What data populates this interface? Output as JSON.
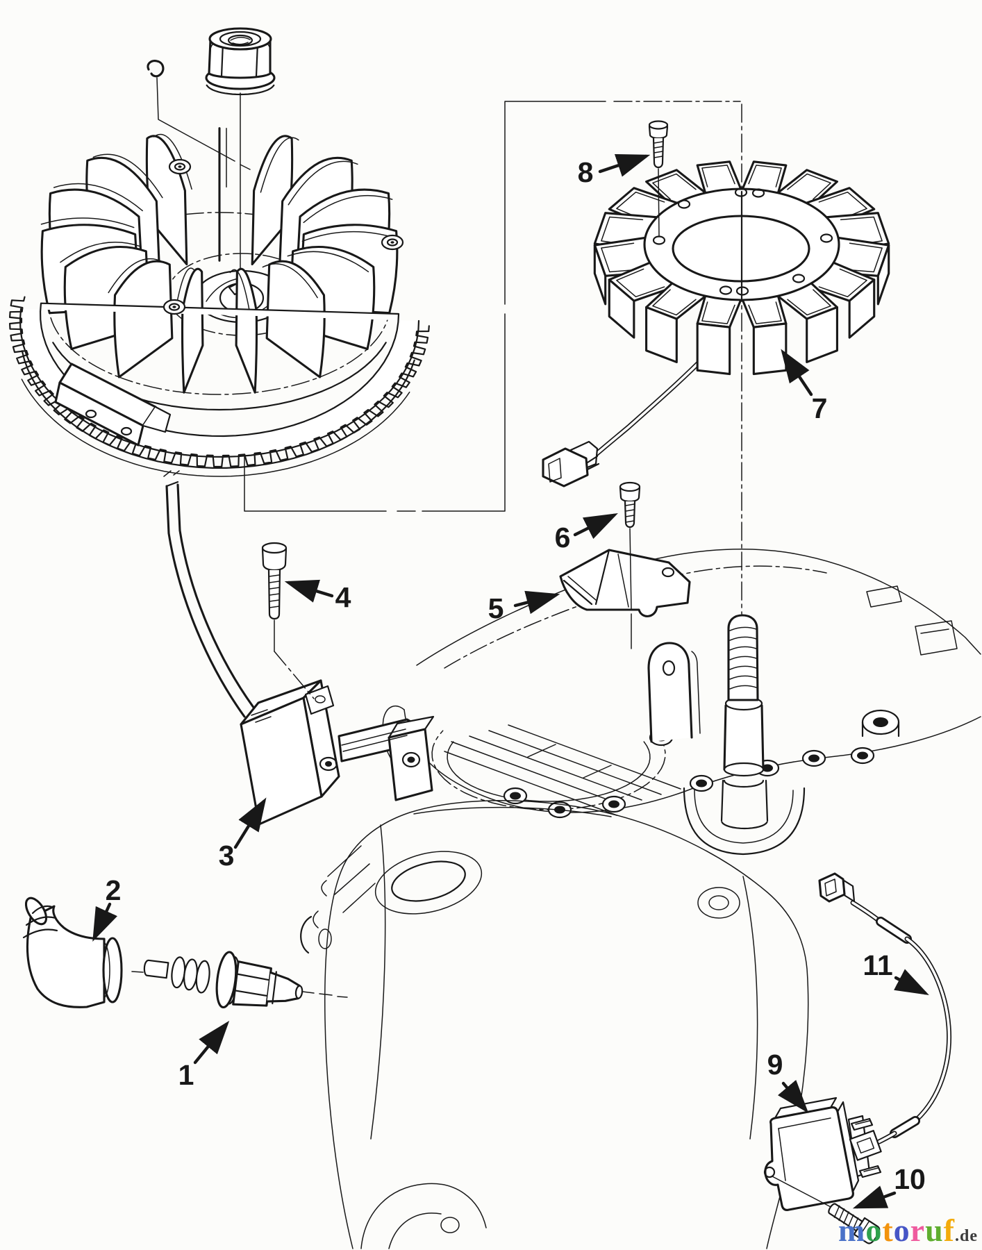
{
  "colors": {
    "ink": "#181818",
    "background": "#fcfcfa"
  },
  "callouts": [
    {
      "number": "1"
    },
    {
      "number": "2"
    },
    {
      "number": "3"
    },
    {
      "number": "4"
    },
    {
      "number": "5"
    },
    {
      "number": "6"
    },
    {
      "number": "7"
    },
    {
      "number": "8"
    },
    {
      "number": "9"
    },
    {
      "number": "10"
    },
    {
      "number": "11"
    }
  ],
  "watermark": {
    "letters": [
      {
        "ch": "m",
        "color": "#4a72c8"
      },
      {
        "ch": "o",
        "color": "#2fa14d"
      },
      {
        "ch": "t",
        "color": "#f2930d"
      },
      {
        "ch": "o",
        "color": "#4656c6"
      },
      {
        "ch": "r",
        "color": "#ef5b9e"
      },
      {
        "ch": "u",
        "color": "#5fae2f"
      },
      {
        "ch": "f",
        "color": "#f3ab0b"
      }
    ],
    "suffix": ".de",
    "suffix_color": "#3b3b3b"
  }
}
